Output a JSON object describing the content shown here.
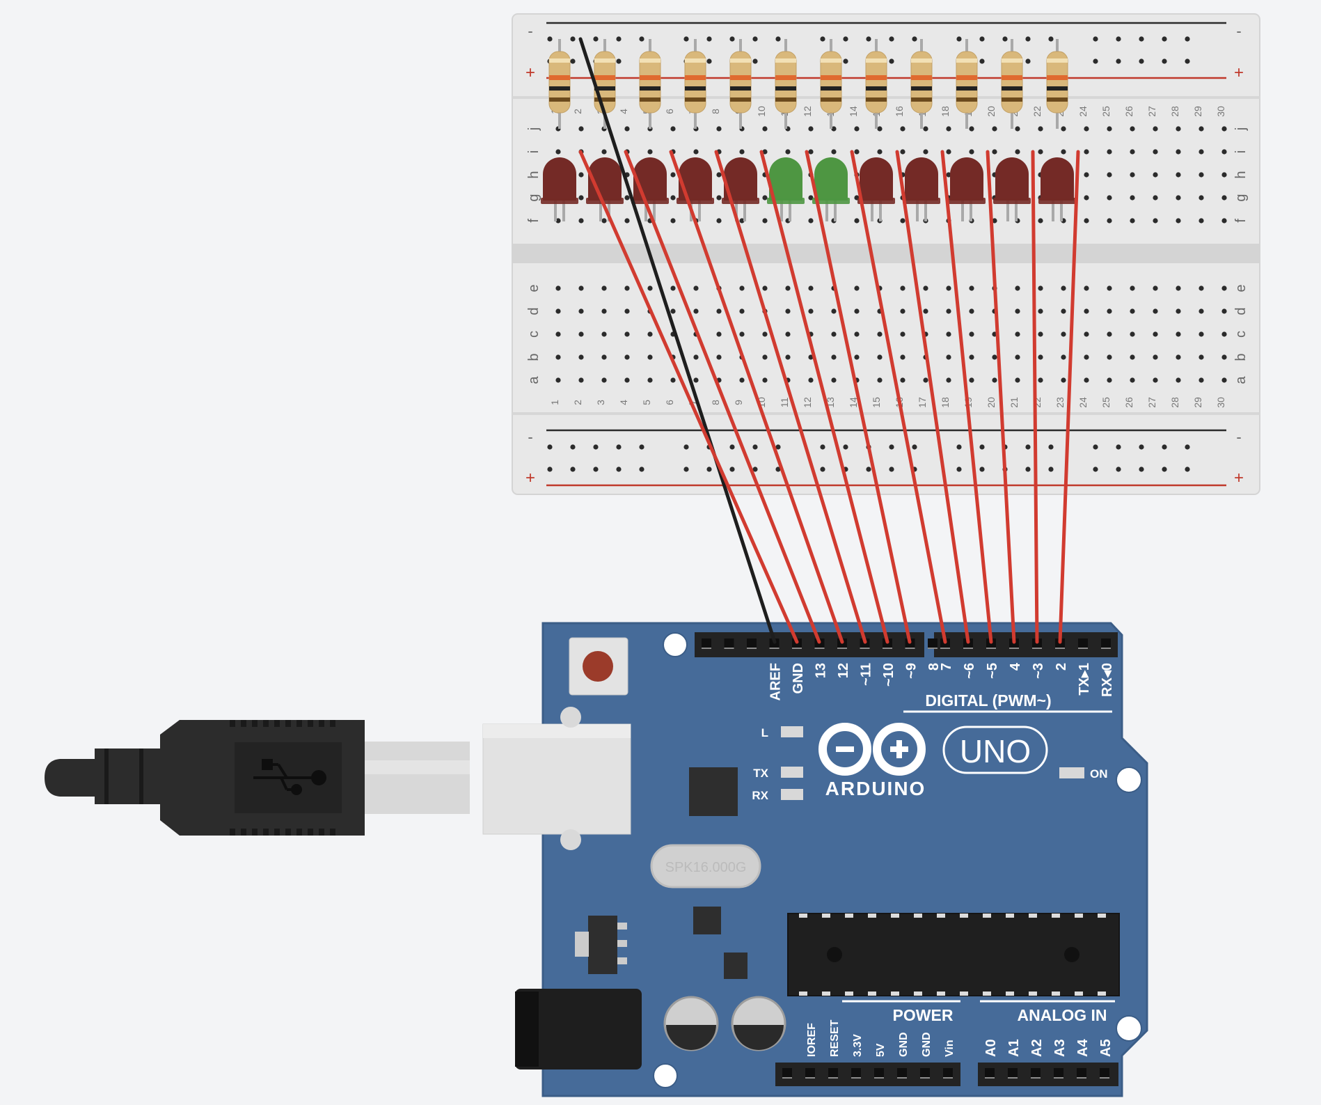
{
  "canvas": {
    "background": "#f3f4f6"
  },
  "breadboard": {
    "rail_minus": "-",
    "rail_plus": "+",
    "rows_top": [
      "f",
      "g",
      "h",
      "i",
      "j"
    ],
    "rows_bottom": [
      "a",
      "b",
      "c",
      "d",
      "e"
    ],
    "columns": [
      "1",
      "2",
      "3",
      "4",
      "5",
      "6",
      "7",
      "8",
      "9",
      "10",
      "11",
      "12",
      "13",
      "14",
      "15",
      "16",
      "17",
      "18",
      "19",
      "20",
      "21",
      "22",
      "23",
      "24",
      "25",
      "26",
      "27",
      "28",
      "29",
      "30"
    ],
    "body_color": "#e6e6e6",
    "rail_red": "#c0392b",
    "rail_black": "#2b2b2b"
  },
  "components": {
    "resistor_count": 12,
    "led_colors": [
      "#742a26",
      "#742a26",
      "#742a26",
      "#742a26",
      "#742a26",
      "#4e9642",
      "#4e9642",
      "#742a26",
      "#742a26",
      "#742a26",
      "#742a26",
      "#742a26"
    ],
    "led_names": [
      "red",
      "red",
      "red",
      "red",
      "red",
      "green",
      "green",
      "red",
      "red",
      "red",
      "red",
      "red"
    ],
    "wire_red": "#d13b30",
    "wire_black": "#1e1e1e"
  },
  "arduino": {
    "brand": "ARDUINO",
    "model": "UNO",
    "board_color": "#466b99",
    "digital_header_left": [
      "",
      "",
      "",
      "AREF",
      "GND",
      "13",
      "12",
      "~11",
      "~10",
      "~9",
      "8"
    ],
    "digital_header_right": [
      "7",
      "~6",
      "~5",
      "4",
      "~3",
      "2",
      "TX▸1",
      "RX◂0"
    ],
    "digital_label": "DIGITAL (PWM~)",
    "led_l": "L",
    "led_tx": "TX",
    "led_rx": "RX",
    "led_on": "ON",
    "crystal_text": "SPK16.000G",
    "power_label": "POWER",
    "power_pins": [
      "IOREF",
      "RESET",
      "3.3V",
      "5V",
      "GND",
      "GND",
      "Vin"
    ],
    "analog_label": "ANALOG IN",
    "analog_pins": [
      "A0",
      "A1",
      "A2",
      "A3",
      "A4",
      "A5"
    ]
  },
  "usb_cable": {
    "icon": "usb-icon",
    "color": "#2c2c2c"
  }
}
